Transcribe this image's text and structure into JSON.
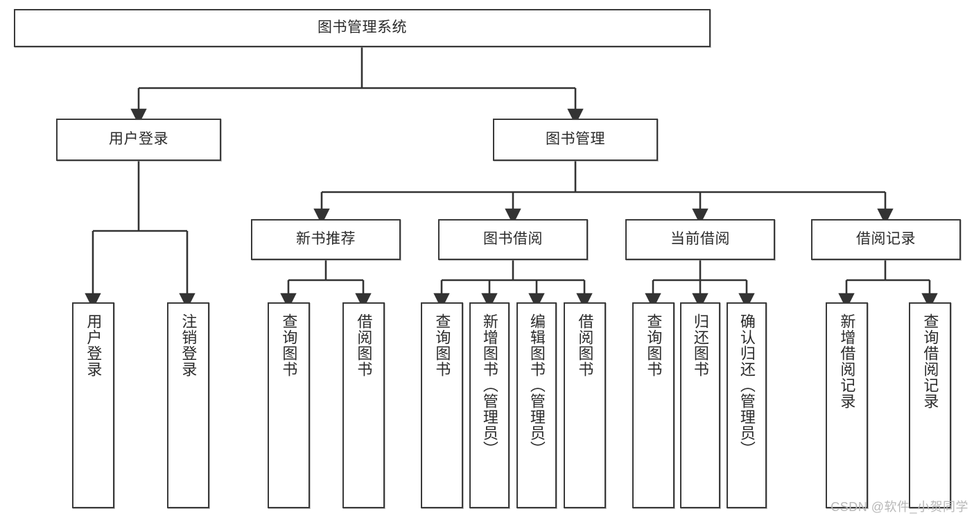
{
  "diagram": {
    "title": "图书管理系统",
    "type": "hierarchy-tree",
    "watermark": "CSDN @软件_小贺同学",
    "colors": {
      "box_border": "#3a3a3a",
      "box_fill": "#ffffff",
      "edge": "#333333",
      "text": "#2b2b2b",
      "watermark": "#b8b8b8"
    },
    "root": {
      "label": "图书管理系统"
    },
    "level2": [
      {
        "label": "用户登录"
      },
      {
        "label": "图书管理"
      }
    ],
    "level3": [
      {
        "label": "新书推荐"
      },
      {
        "label": "图书借阅"
      },
      {
        "label": "当前借阅"
      },
      {
        "label": "借阅记录"
      }
    ],
    "leaves": {
      "user_login": [
        {
          "label": "用户登录"
        },
        {
          "label": "注销登录"
        }
      ],
      "new_book_recommend": [
        {
          "label": "查询图书"
        },
        {
          "label": "借阅图书"
        }
      ],
      "book_borrow": [
        {
          "label": "查询图书"
        },
        {
          "label": "新增图书（管理员）"
        },
        {
          "label": "编辑图书（管理员）"
        },
        {
          "label": "借阅图书"
        }
      ],
      "current_borrow": [
        {
          "label": "查询图书"
        },
        {
          "label": "归还图书"
        },
        {
          "label": "确认归还（管理员）"
        }
      ],
      "borrow_record": [
        {
          "label": "新增借阅记录"
        },
        {
          "label": "查询借阅记录"
        }
      ]
    }
  }
}
